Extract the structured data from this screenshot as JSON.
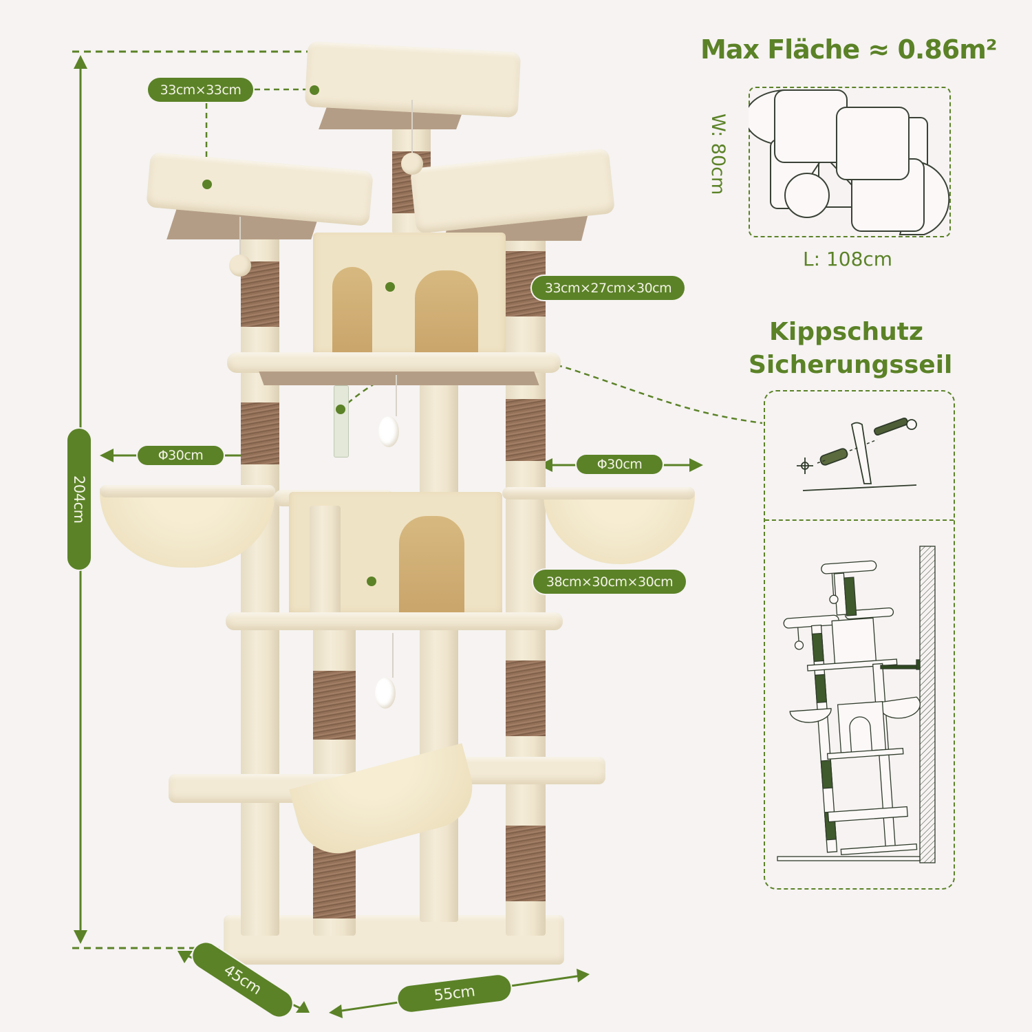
{
  "headings": {
    "max_area": "Max Fläche ≈ 0.86m²",
    "anti_tip_line1": "Kippschutz",
    "anti_tip_line2": "Sicherungsseil"
  },
  "footprint": {
    "width_label": "W: 80cm",
    "length_label": "L: 108cm"
  },
  "dimensions": {
    "top_platform": "33cm×33cm",
    "upper_condo": "33cm×27cm×30cm",
    "basket_left": "Φ30cm",
    "basket_right": "Φ30cm",
    "lower_condo": "38cm×30cm×30cm",
    "height": "204cm",
    "depth": "45cm",
    "width": "55cm"
  },
  "colors": {
    "accent_green": "#5b8227",
    "background": "#f6f3f2",
    "plush_beige": "#f3ead5",
    "sisal_brown": "#8e6a52",
    "diagram_line": "#2f3a2a"
  }
}
